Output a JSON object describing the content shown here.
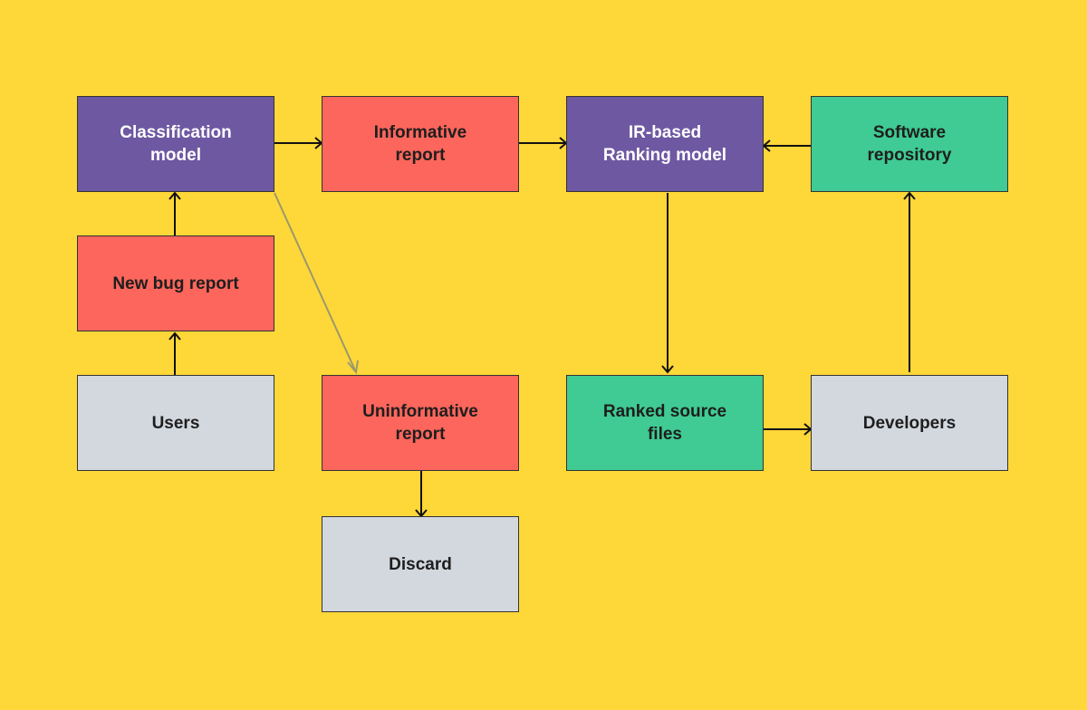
{
  "diagram": {
    "nodes": {
      "classification_model": "Classification\nmodel",
      "informative_report": "Informative\nreport",
      "ir_based_ranking_model": "IR-based\nRanking model",
      "software_repository": "Software\nrepository",
      "new_bug_report": "New bug report",
      "users": "Users",
      "uninformative_report": "Uninformative\nreport",
      "ranked_source_files": "Ranked source\nfiles",
      "developers": "Developers",
      "discard": "Discard"
    },
    "edges": [
      {
        "from": "users",
        "to": "new_bug_report"
      },
      {
        "from": "new_bug_report",
        "to": "classification_model"
      },
      {
        "from": "classification_model",
        "to": "informative_report"
      },
      {
        "from": "classification_model",
        "to": "uninformative_report"
      },
      {
        "from": "informative_report",
        "to": "ir_based_ranking_model"
      },
      {
        "from": "software_repository",
        "to": "ir_based_ranking_model"
      },
      {
        "from": "ir_based_ranking_model",
        "to": "ranked_source_files"
      },
      {
        "from": "ranked_source_files",
        "to": "developers"
      },
      {
        "from": "developers",
        "to": "software_repository"
      },
      {
        "from": "uninformative_report",
        "to": "discard"
      }
    ],
    "colors": {
      "background": "#fed739",
      "purple": "#6e58a2",
      "red": "#fd665c",
      "green": "#3fcb93",
      "gray": "#d3d8df",
      "arrow": "#111111",
      "faded_arrow": "#9a9a6a"
    }
  }
}
